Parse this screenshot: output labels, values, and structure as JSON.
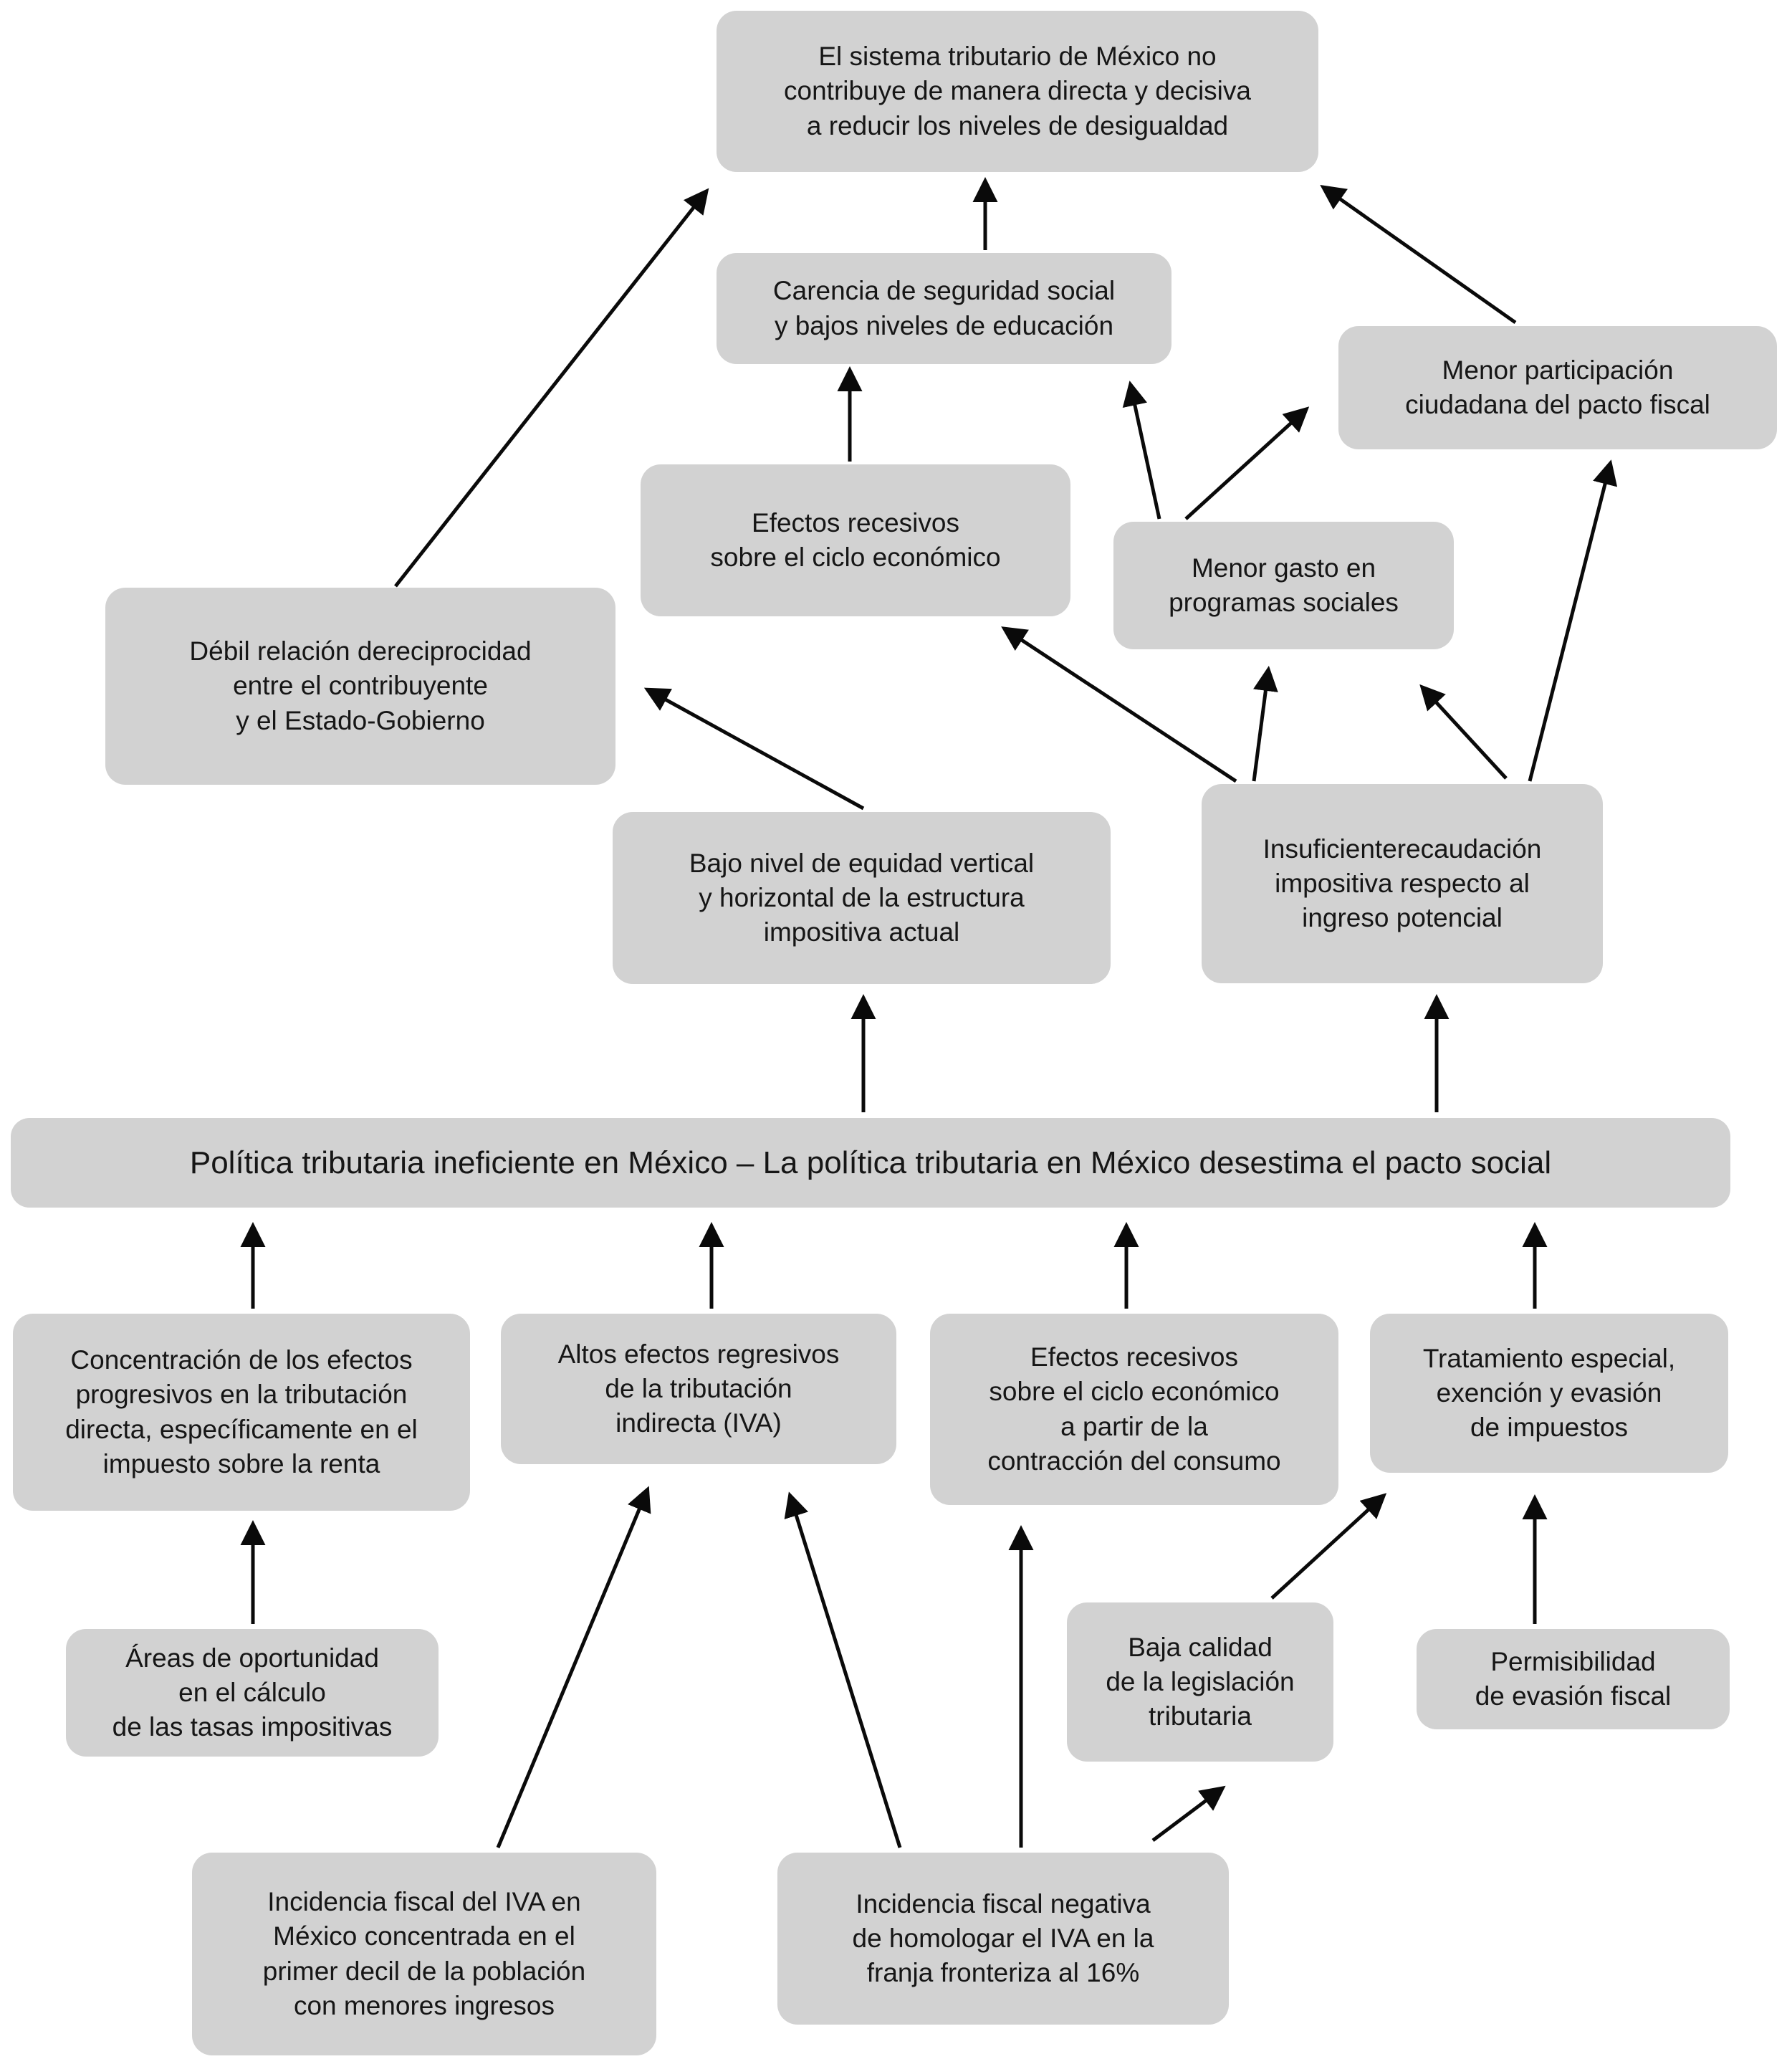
{
  "diagram": {
    "colors": {
      "box_fill": "#d2d2d2",
      "arrow": "#0a0a0a",
      "background": "#ffffff",
      "text": "#161616"
    },
    "nodes": {
      "sistema_tributario": {
        "label": "El sistema tributario de México no\ncontribuye de manera directa y decisiva\na reducir los niveles de desigualdad"
      },
      "carencia_seguridad": {
        "label": "Carencia de seguridad social\ny bajos niveles de educación"
      },
      "menor_participacion": {
        "label": "Menor participación\nciudadana del pacto fiscal"
      },
      "efectos_recesivos": {
        "label": "Efectos recesivos\nsobre el ciclo económico"
      },
      "menor_gasto": {
        "label": "Menor gasto en\nprogramas sociales"
      },
      "debil_relacion": {
        "label": "Débil relación dereciprocidad\nentre el contribuyente\ny el Estado-Gobierno"
      },
      "bajo_nivel_equidad": {
        "label": "Bajo nivel de equidad vertical\ny horizontal de la estructura\nimpositiva actual"
      },
      "insuficiente_recaudacion": {
        "label": "Insuficienterecaudación\nimpositiva respecto al\ningreso potencial"
      },
      "politica_central": {
        "label": "Política tributaria ineficiente en México – La política tributaria en México desestima el pacto social"
      },
      "concentracion_efectos": {
        "label": "Concentración de los efectos\nprogresivos en la tributación\ndirecta, específicamente en el\nimpuesto sobre la renta"
      },
      "altos_regresivos": {
        "label": "Altos efectos regresivos\nde la tributación\nindirecta (IVA)"
      },
      "recesivos_consumo": {
        "label": "Efectos recesivos\nsobre el ciclo económico\na partir de la\ncontracción del consumo"
      },
      "tratamiento_especial": {
        "label": "Tratamiento especial,\nexención y evasión\nde impuestos"
      },
      "areas_oportunidad": {
        "label": "Áreas de oportunidad\nen el cálculo\nde las tasas impositivas"
      },
      "baja_calidad": {
        "label": "Baja calidad\nde la legislación\ntributaria"
      },
      "permisibilidad": {
        "label": "Permisibilidad\nde evasión fiscal"
      },
      "incidencia_iva_decil": {
        "label": "Incidencia fiscal del IVA en\nMéxico concentrada en el\nprimer decil de la población\ncon menores ingresos"
      },
      "incidencia_homologar": {
        "label": "Incidencia fiscal negativa\nde homologar el IVA en la\nfranja fronteriza al 16%"
      }
    },
    "edges": [
      {
        "from": "debil_relacion",
        "to": "sistema_tributario"
      },
      {
        "from": "carencia_seguridad",
        "to": "sistema_tributario"
      },
      {
        "from": "menor_participacion",
        "to": "sistema_tributario"
      },
      {
        "from": "efectos_recesivos",
        "to": "carencia_seguridad"
      },
      {
        "from": "menor_gasto",
        "to": "carencia_seguridad"
      },
      {
        "from": "menor_gasto",
        "to": "menor_participacion"
      },
      {
        "from": "insuficiente_recaudacion",
        "to": "efectos_recesivos"
      },
      {
        "from": "insuficiente_recaudacion",
        "to": "menor_gasto"
      },
      {
        "from": "insuficiente_recaudacion",
        "to": "menor_participacion"
      },
      {
        "from": "bajo_nivel_equidad",
        "to": "debil_relacion"
      },
      {
        "from": "politica_central",
        "to": "bajo_nivel_equidad"
      },
      {
        "from": "politica_central",
        "to": "insuficiente_recaudacion"
      },
      {
        "from": "concentracion_efectos",
        "to": "politica_central"
      },
      {
        "from": "altos_regresivos",
        "to": "politica_central"
      },
      {
        "from": "recesivos_consumo",
        "to": "politica_central"
      },
      {
        "from": "tratamiento_especial",
        "to": "politica_central"
      },
      {
        "from": "areas_oportunidad",
        "to": "concentracion_efectos"
      },
      {
        "from": "incidencia_iva_decil",
        "to": "altos_regresivos"
      },
      {
        "from": "incidencia_homologar",
        "to": "altos_regresivos"
      },
      {
        "from": "incidencia_homologar",
        "to": "recesivos_consumo"
      },
      {
        "from": "incidencia_homologar",
        "to": "baja_calidad"
      },
      {
        "from": "baja_calidad",
        "to": "tratamiento_especial"
      },
      {
        "from": "permisibilidad",
        "to": "tratamiento_especial"
      }
    ]
  }
}
